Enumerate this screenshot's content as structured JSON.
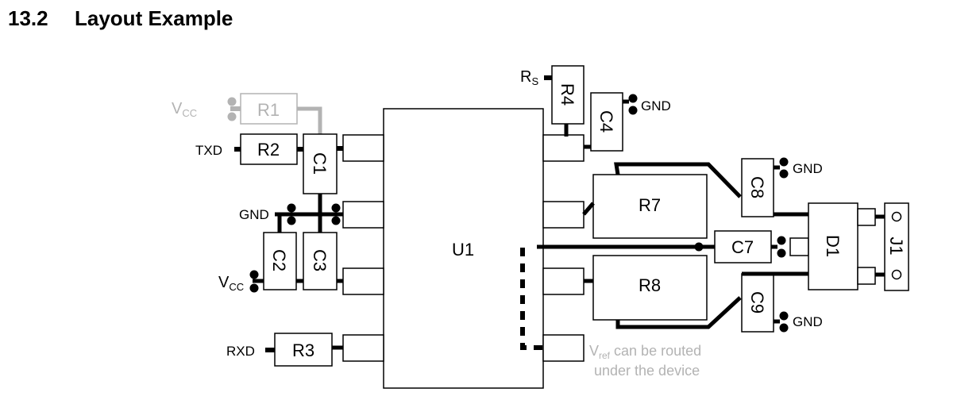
{
  "heading": {
    "number": "13.2",
    "title": "Layout Example"
  },
  "components": {
    "u1": "U1",
    "r1": "R1",
    "r2": "R2",
    "r3": "R3",
    "r4": "R4",
    "r7": "R7",
    "r8": "R8",
    "c1": "C1",
    "c2": "C2",
    "c3": "C3",
    "c4": "C4",
    "c7": "C7",
    "c8": "C8",
    "c9": "C9",
    "d1": "D1",
    "j1": "J1"
  },
  "nets": {
    "txd": "TXD",
    "rxd": "RXD",
    "gnd": "GND",
    "vcc_main": "V",
    "vcc_sub": "CC",
    "rs_main": "R",
    "rs_sub": "S"
  },
  "note": {
    "vref_main": "V",
    "vref_sub": "ref",
    "line1_rest": " can be routed",
    "line2": "under the device"
  },
  "colors": {
    "inactive": "#b3b3b3",
    "trace": "#000000"
  }
}
